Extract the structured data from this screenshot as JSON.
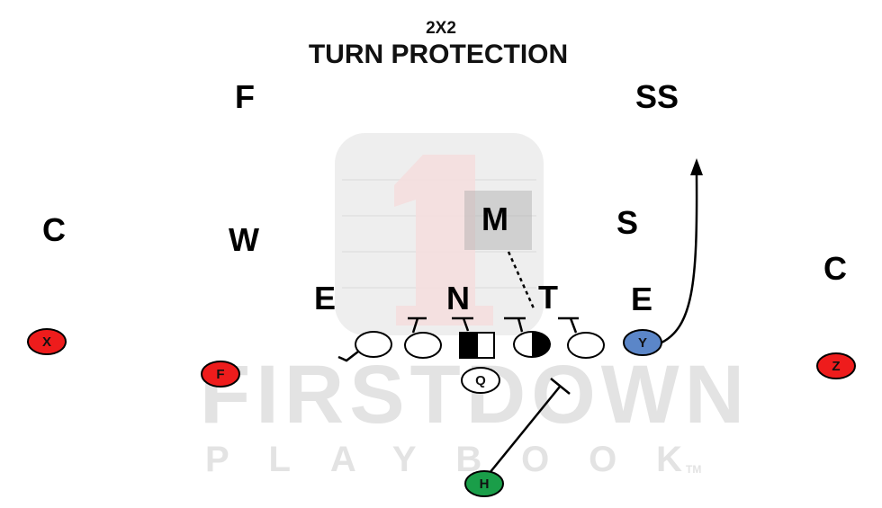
{
  "title": {
    "formation": "2X2",
    "play": "TURN PROTECTION"
  },
  "watermark": {
    "line1": "FIRSTDOWN",
    "line2": "PLAYBOOK",
    "trademark": "TM"
  },
  "defense": {
    "free_safety": "F",
    "strong_safety": "SS",
    "corner_left": "C",
    "corner_right": "C",
    "will": "W",
    "mike": "M",
    "sam": "S",
    "end_left": "E",
    "nose": "N",
    "tackle": "T",
    "end_right": "E"
  },
  "offense": {
    "x_receiver": "X",
    "f_receiver": "F",
    "quarterback": "Q",
    "tight_end": "Y",
    "z_receiver": "Z",
    "h_back": "H"
  },
  "colors": {
    "red_player": "#ee1c1c",
    "blue_player": "#5b86c8",
    "green_player": "#1a9e49",
    "watermark": "#e3e3e3"
  }
}
